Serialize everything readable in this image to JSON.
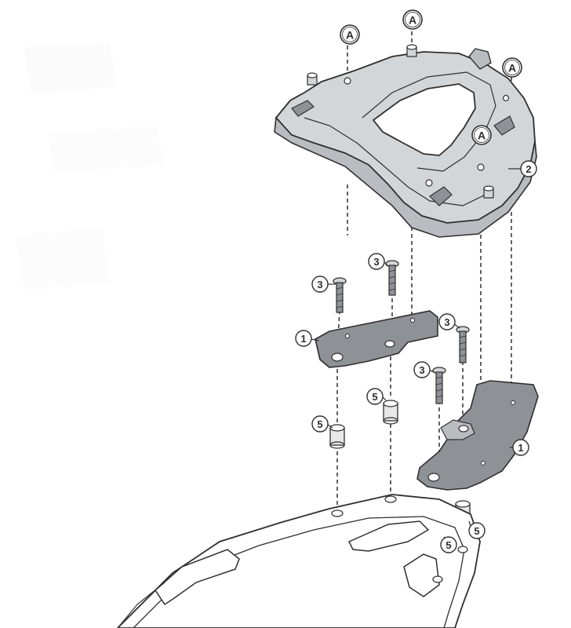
{
  "diagram": {
    "type": "exploded-assembly-view",
    "colors": {
      "line": "#2f2f2f",
      "plate_fill": "#d3d6d9",
      "plate_fill_dark": "#b9bdc1",
      "bracket_fill": "#8e9297",
      "spacer_fill": "#e8e8e8",
      "seat_fill": "#ffffff",
      "callout_fill": "#ffffff"
    },
    "callouts": {
      "a1": "A",
      "a2": "A",
      "a3": "A",
      "a4": "A",
      "plate": "2",
      "screw1": "3",
      "screw2": "3",
      "screw3": "3",
      "screw4": "3",
      "bracket_left": "1",
      "bracket_right": "1",
      "spacer1": "5",
      "spacer2": "5",
      "spacer3": "5",
      "spacer4": "5"
    }
  }
}
